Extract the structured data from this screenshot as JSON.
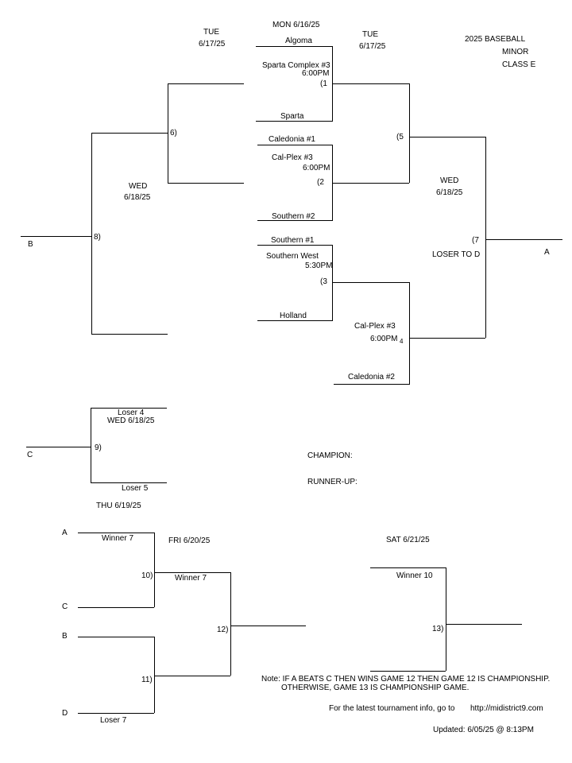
{
  "title": {
    "line1": "2025 BASEBALL",
    "line2": "MINOR",
    "line3": "CLASS E"
  },
  "dates": {
    "tue1": {
      "day": "TUE",
      "date": "6/17/25"
    },
    "mon": "MON    6/16/25",
    "tue2": {
      "day": "TUE",
      "date": "6/17/25"
    },
    "wed8": {
      "day": "WED",
      "date": "6/18/25"
    },
    "wed7": {
      "day": "WED",
      "date": "6/18/25"
    },
    "wed9": "WED   6/18/25",
    "thu": "THU    6/19/25",
    "fri": "FRI      6/20/25",
    "sat": "SAT      6/21/25"
  },
  "games": {
    "g1": {
      "team1": "Algoma",
      "site": "Sparta Complex #3",
      "time": "6:00PM",
      "num": "(1",
      "team2": "Sparta"
    },
    "g2": {
      "team1": "Caledonia #1",
      "site": "Cal-Plex #3",
      "time": "6:00PM",
      "num": "(2",
      "team2": "Southern #2"
    },
    "g3": {
      "team1": "Southern #1",
      "site": "Southern West",
      "time": "5:30PM",
      "num": "(3",
      "team2": "Holland"
    },
    "g4": {
      "site": "Cal-Plex #3",
      "time": "6:00PM",
      "num": "4",
      "team2": "Caledonia #2"
    },
    "g5": {
      "num": "(5"
    },
    "g6": {
      "num": "6)"
    },
    "g7": {
      "num": "(7",
      "note": "LOSER TO D",
      "out": "A"
    },
    "g8": {
      "num": "8)",
      "out": "B"
    },
    "g9": {
      "team1": "Loser 4",
      "num": "9)",
      "team2": "Loser 5",
      "out": "C"
    },
    "g10": {
      "in1": "A",
      "team1": "Winner 7",
      "num": "10)",
      "in2": "C"
    },
    "g11": {
      "in1": "B",
      "num": "11)",
      "in2": "D",
      "team2": "Loser 7"
    },
    "g12": {
      "team1": "Winner 7",
      "num": "12)"
    },
    "g13": {
      "team1": "Winner 10",
      "num": "13)"
    }
  },
  "champion_label": "CHAMPION:",
  "runnerup_label": "RUNNER-UP:",
  "note": {
    "line1": "Note: IF A BEATS C THEN WINS GAME 12 THEN GAME 12 IS CHAMPIONSHIP.",
    "line2": "OTHERWISE, GAME 13 IS CHAMPIONSHIP GAME."
  },
  "info": {
    "text": "For the latest tournament info, go to",
    "url": "http://midistrict9.com"
  },
  "updated": "Updated:  6/05/25 @  8:13PM"
}
